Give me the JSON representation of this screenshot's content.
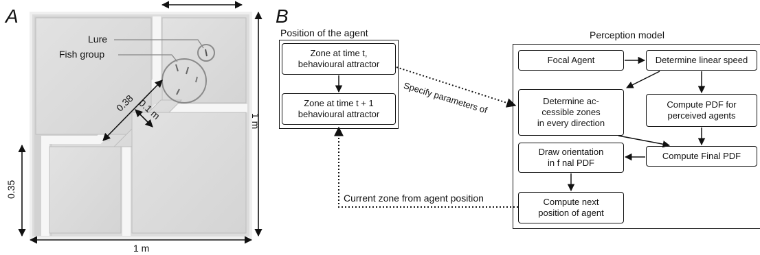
{
  "panel_a": {
    "letter": "A",
    "lure_label": "Lure",
    "fish_group_label": "Fish group",
    "dim_diag_len": "0.38",
    "dim_corridor": "0.1 m",
    "dim_right": "1 m",
    "dim_left": "0.35",
    "dim_bottom": "1 m"
  },
  "panel_b": {
    "letter": "B",
    "agent_title": "Position of the agent",
    "agent_zone_t": "Zone at time t,\nbehavioural attractor",
    "agent_zone_t1": "Zone at time t + 1\nbehavioural attractor",
    "specify_label": "Specify parameters of",
    "current_zone_label": "Current zone from agent position",
    "model_title": "Perception model",
    "boxes": {
      "focal": "Focal Agent",
      "linear": "Determine linear speed",
      "zones": "Determine ac-\ncessible zones\nin every direction",
      "pdf_perceived": "Compute PDF for\nperceived agents",
      "final_pdf": "Compute Final PDF",
      "draw": "Draw orientation\nin f nal PDF",
      "next": "Compute next\nposition of agent"
    }
  }
}
